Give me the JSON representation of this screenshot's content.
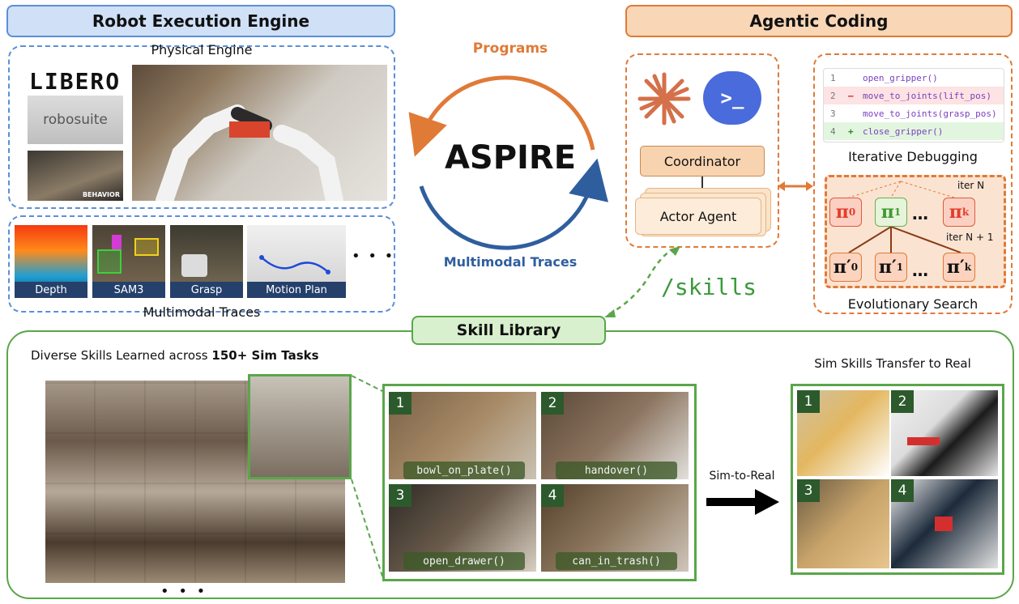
{
  "colors": {
    "blue": "#5b8fd6",
    "orange": "#e07a37",
    "green": "#5aa64a",
    "code_purple": "#7a3fbf",
    "red": "#e33d2b"
  },
  "robot_engine": {
    "title": "Robot Execution Engine",
    "physical_engine_label": "Physical Engine",
    "sim_logos": [
      "LIBERO",
      "robosuite",
      "BEHAVIOR"
    ],
    "multimodal_traces_label": "Multimodal Traces",
    "trace_captions": [
      "Depth",
      "SAM3",
      "Grasp",
      "Motion Plan"
    ],
    "ellipsis": "• • •"
  },
  "cycle": {
    "center": "ASPIRE",
    "top": "Programs",
    "bottom": "Multimodal Traces"
  },
  "agentic": {
    "title": "Agentic Coding",
    "coordinator": "Coordinator",
    "actor": "Actor Agent",
    "code_lines": [
      {
        "num": "1",
        "sign": "",
        "text": "open_gripper()"
      },
      {
        "num": "2",
        "sign": "–",
        "text": "move_to_joints(lift_pos)"
      },
      {
        "num": "3",
        "sign": "",
        "text": "move_to_joints(grasp_pos)"
      },
      {
        "num": "4",
        "sign": "+",
        "text": "close_gripper()"
      }
    ],
    "debug_label": "Iterative Debugging",
    "iter_n": "iter N",
    "iter_n1": "iter N + 1",
    "dots": "…",
    "evo_label": "Evolutionary Search",
    "skills_label": "/skills"
  },
  "skill_library": {
    "title": "Skill Library",
    "diverse_label_prefix": "Diverse Skills Learned across ",
    "diverse_label_bold": "150+ Sim Tasks",
    "sim_skills": [
      "bowl_on_plate()",
      "handover()",
      "open_drawer()",
      "can_in_trash()"
    ],
    "sim_to_real": "Sim-to-Real",
    "real_label": "Sim Skills Transfer to Real",
    "numbers": [
      "1",
      "2",
      "3",
      "4"
    ],
    "ellipsis": "• • •"
  }
}
